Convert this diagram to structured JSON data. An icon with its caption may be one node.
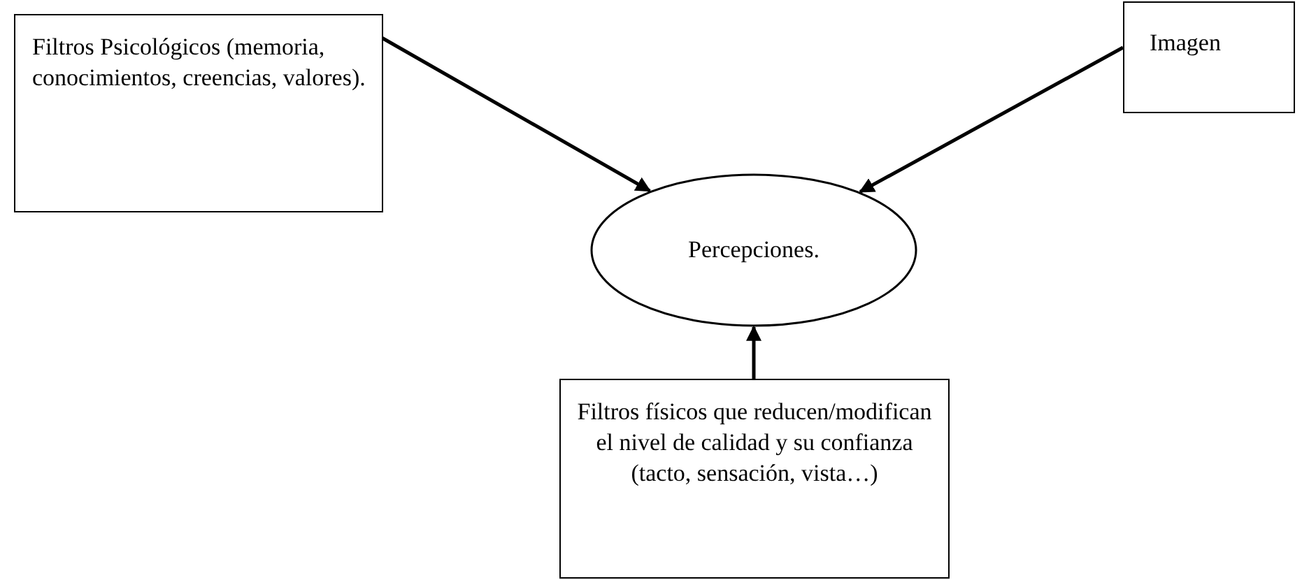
{
  "diagram": {
    "nodes": [
      {
        "text": [
          "Filtros Psicológicos (memoria, conocimientos, creencias, valores)."
        ]
      },
      {
        "text": [
          "Imagen"
        ]
      },
      {
        "text": [
          "Percepciones."
        ]
      },
      {
        "text": [
          "Filtros físicos que reducen/modifican el nivel de calidad y su confianza (tacto, sensación, vista…)"
        ]
      }
    ],
    "edges": [
      {
        "from": 0,
        "to": 2,
        "arrow": "to"
      },
      {
        "from": 1,
        "to": 2,
        "arrow": "to"
      },
      {
        "from": 3,
        "to": 2,
        "arrow": "to"
      }
    ]
  }
}
